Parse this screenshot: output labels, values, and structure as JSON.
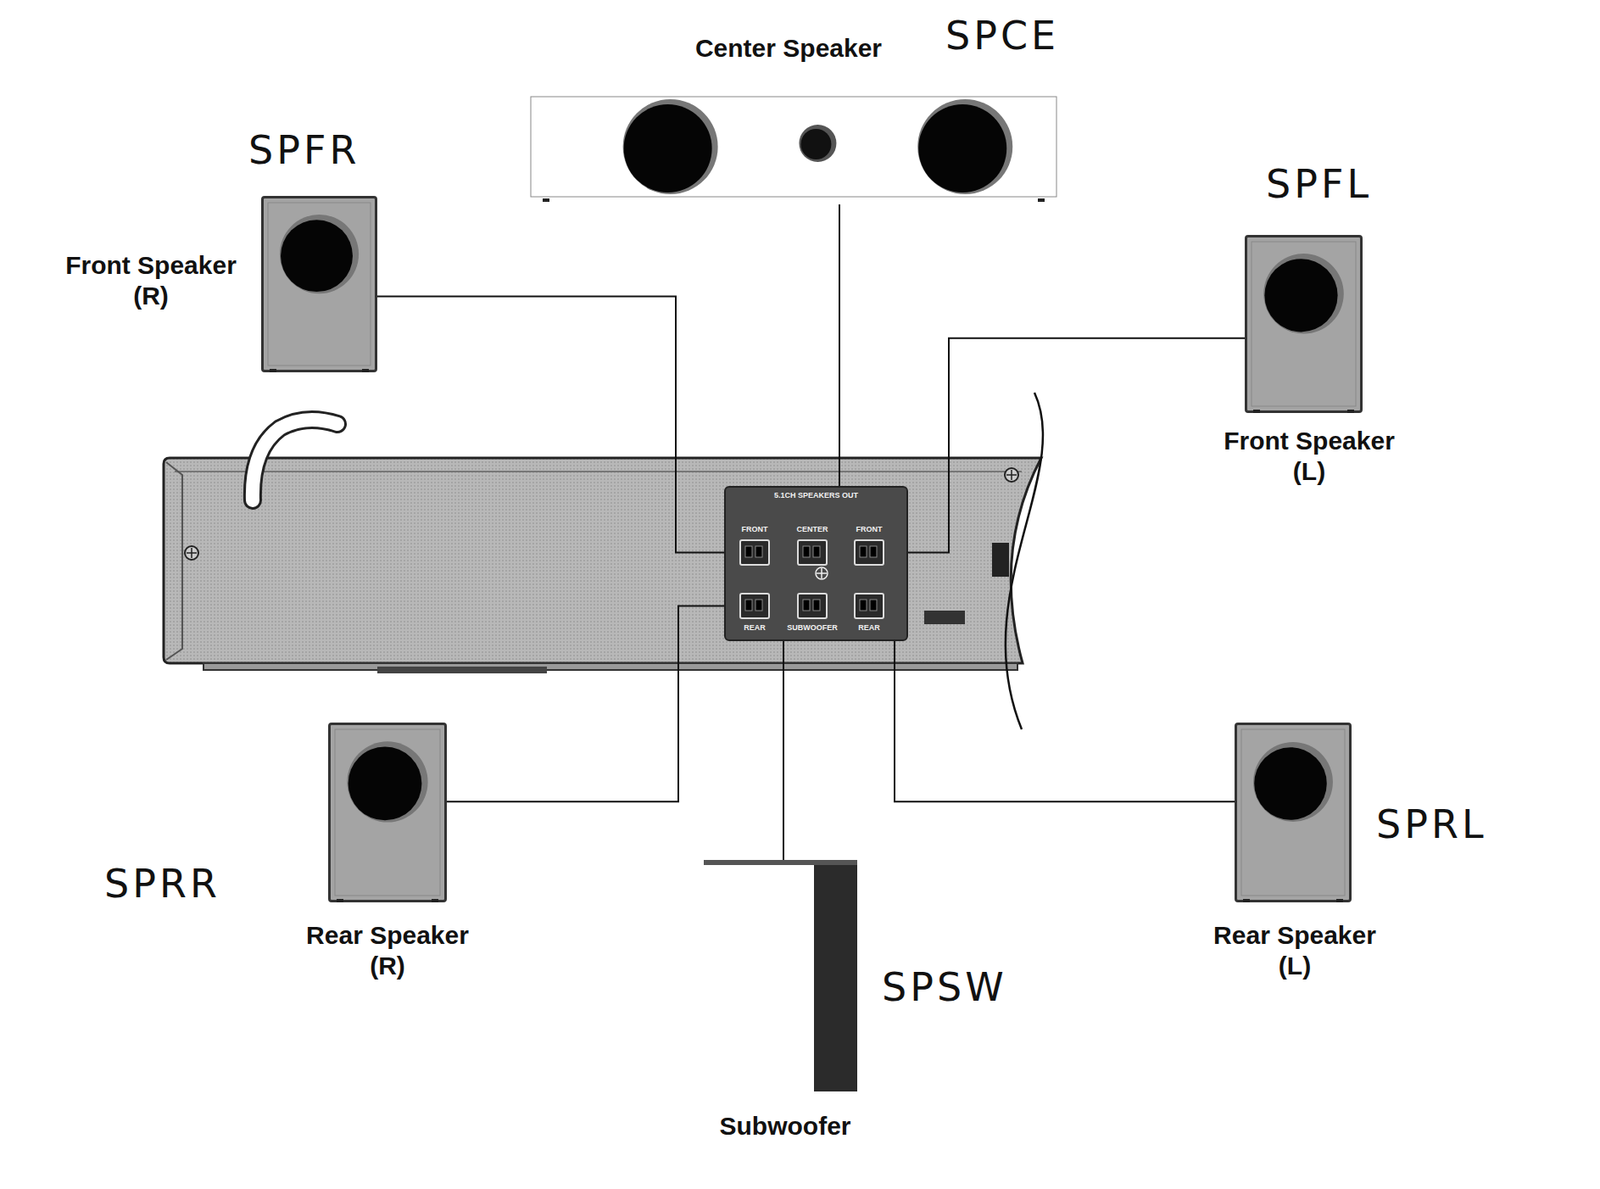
{
  "diagram": {
    "nodes": [
      {
        "text": [
          "Center Speaker",
          "SPCE"
        ]
      },
      {
        "text": [
          "Front Speaker (R)",
          "SPFR"
        ]
      },
      {
        "text": [
          "Front Speaker (L)",
          "SPFL"
        ]
      },
      {
        "text": [
          "5.1CH SPEAKERS OUT"
        ]
      },
      {
        "text": [
          "FRONT"
        ],
        "in": 3
      },
      {
        "text": [
          "CENTER"
        ],
        "in": 3
      },
      {
        "text": [
          "FRONT"
        ],
        "in": 3
      },
      {
        "text": [
          "REAR"
        ],
        "in": 3
      },
      {
        "text": [
          "SUBWOOFER"
        ],
        "in": 3
      },
      {
        "text": [
          "REAR"
        ],
        "in": 3
      },
      {
        "text": [
          "Rear Speaker (R)",
          "SPRR"
        ]
      },
      {
        "text": [
          "Rear Speaker (L)",
          "SPRL"
        ]
      },
      {
        "text": [
          "Subwoofer",
          "SPSW"
        ]
      }
    ],
    "edges": [
      {
        "from": 1,
        "to": 4,
        "arrow": "none"
      },
      {
        "from": 0,
        "to": 5,
        "arrow": "none"
      },
      {
        "from": 2,
        "to": 6,
        "arrow": "none"
      },
      {
        "from": 10,
        "to": 7,
        "arrow": "none"
      },
      {
        "from": 12,
        "to": 8,
        "arrow": "none"
      },
      {
        "from": 11,
        "to": 9,
        "arrow": "none"
      }
    ]
  }
}
